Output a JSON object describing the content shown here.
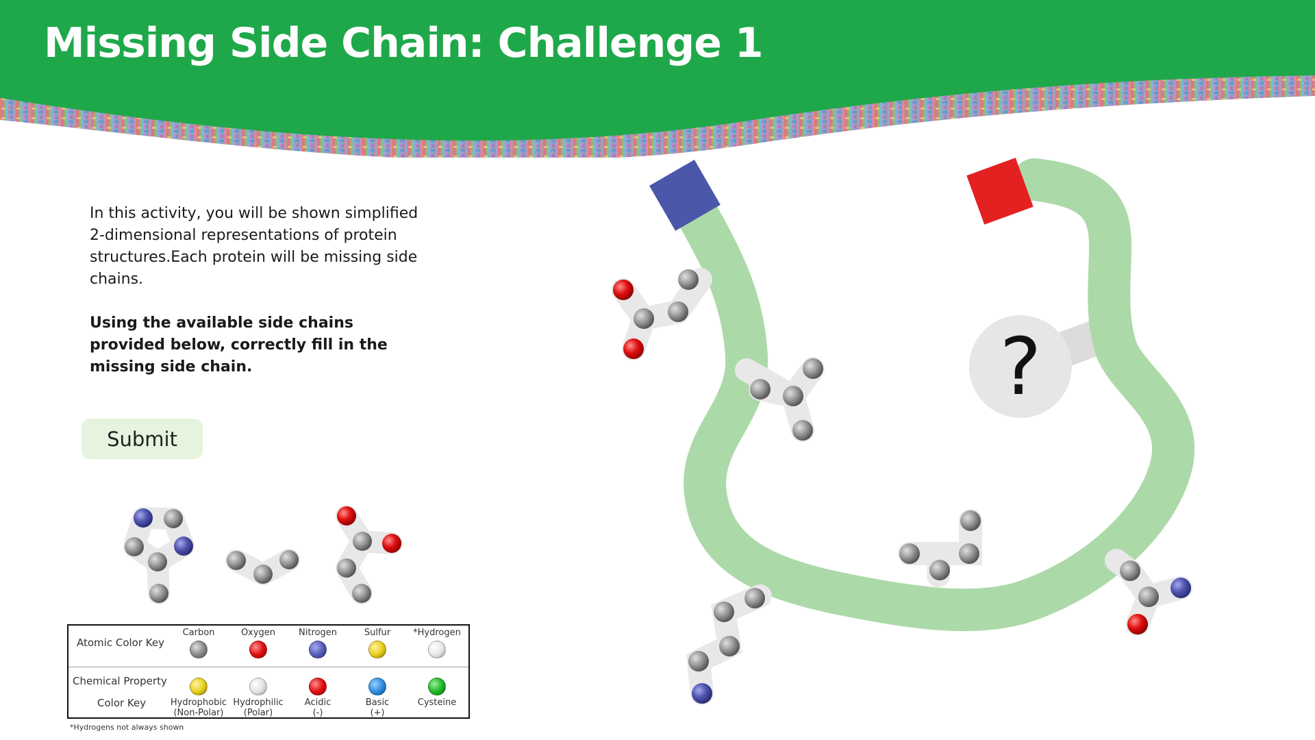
{
  "header": {
    "title": "Missing Side Chain: Challenge 1",
    "bar_color": "#1fa84a"
  },
  "intro": {
    "paragraph1": "In this activity, you will be shown simplified 2-dimensional representations of protein structures.Each protein will be missing side chains.",
    "paragraph2": "Using the available side chains provided below, correctly fill in the missing side chain."
  },
  "submit": {
    "label": "Submit"
  },
  "protein": {
    "missing_label": "?",
    "n_terminus_color": "#4b57a8",
    "c_terminus_color": "#e42121",
    "backbone_color": "#acd9a8"
  },
  "color_key": {
    "atomic": {
      "label": "Atomic Color Key",
      "items": [
        {
          "name": "Carbon",
          "color": "#8a8a8a"
        },
        {
          "name": "Oxygen",
          "color": "#e01010"
        },
        {
          "name": "Nitrogen",
          "color": "#5a5fb8"
        },
        {
          "name": "Sulfur",
          "color": "#e8d020"
        },
        {
          "name": "*Hydrogen",
          "color": "#e8e8e8"
        }
      ]
    },
    "chemical": {
      "label_line1": "Chemical Property",
      "label_line2": "Color Key",
      "items": [
        {
          "name": "Hydrophobic",
          "sub": "(Non-Polar)",
          "color": "#e8d020"
        },
        {
          "name": "Hydrophilic",
          "sub": "(Polar)",
          "color": "#e4e4e4"
        },
        {
          "name": "Acidic",
          "sub": "(-)",
          "color": "#e01010"
        },
        {
          "name": "Basic",
          "sub": "(+)",
          "color": "#2f8fe0"
        },
        {
          "name": "Cysteine",
          "sub": "",
          "color": "#22b82a"
        }
      ]
    },
    "footnote": "*Hydrogens not always shown"
  }
}
